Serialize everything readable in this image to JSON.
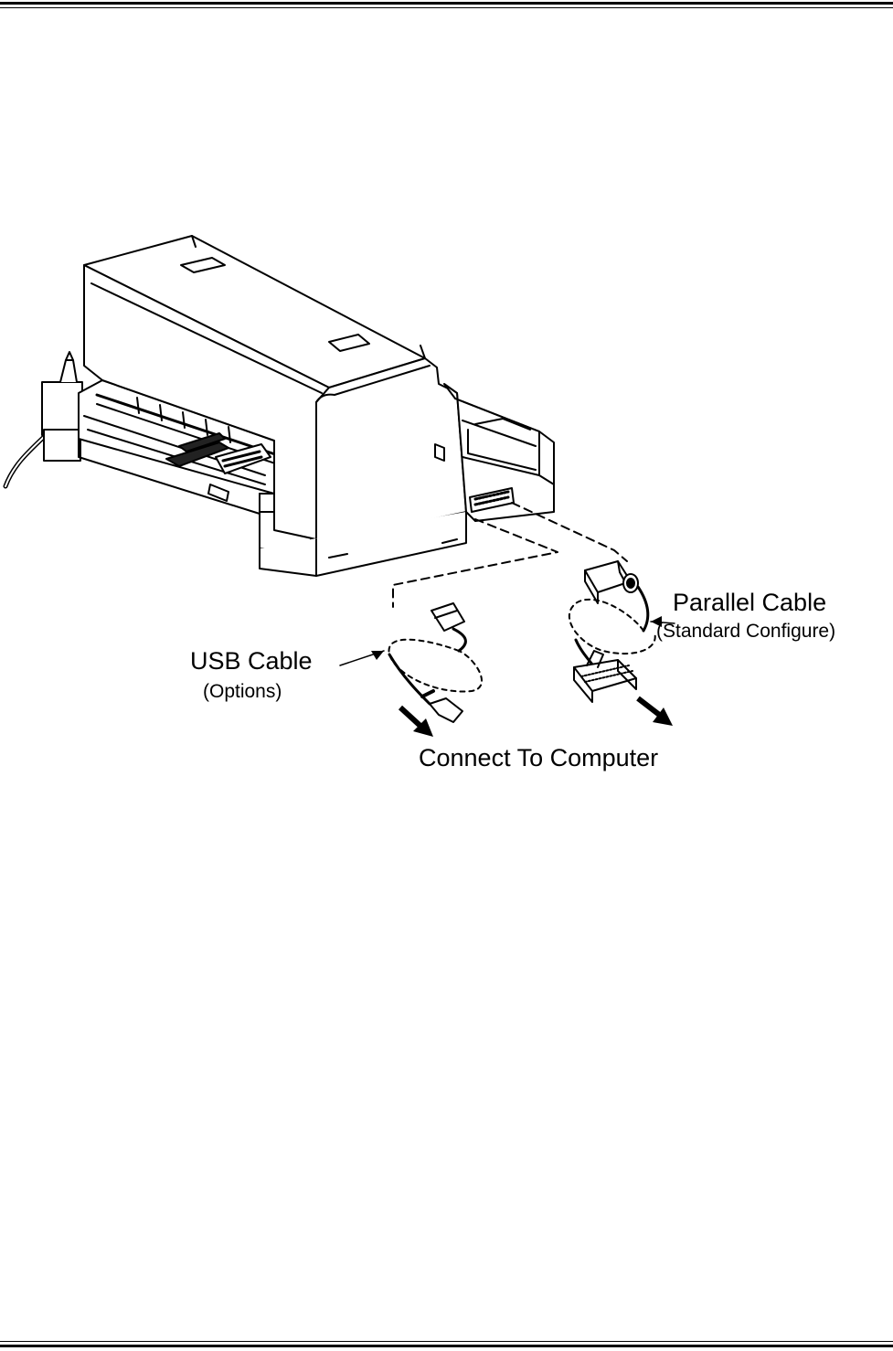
{
  "labels": {
    "parallel_cable": "Parallel Cable",
    "parallel_cable_note": "(Standard Configure)",
    "usb_cable": "USB Cable",
    "usb_cable_note": "(Options)",
    "connect_to_computer": "Connect To Computer"
  }
}
